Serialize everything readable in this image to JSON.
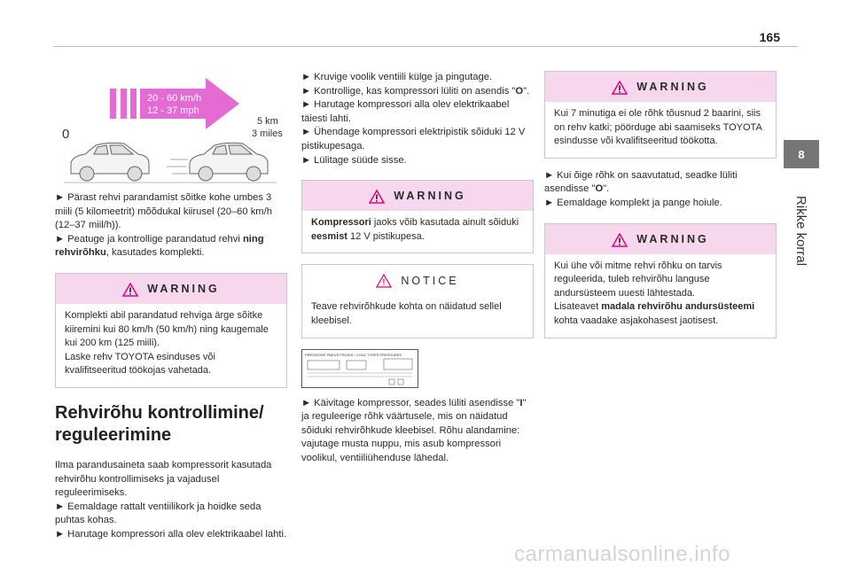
{
  "page": {
    "number": "165"
  },
  "side_tab": {
    "number": "8",
    "label": "Rikke korral"
  },
  "figure1": {
    "speed_kmh": "20 - 60 km/h",
    "speed_mph": "12 - 37 mph",
    "start_label": "0",
    "distance_km": "5 km",
    "distance_miles": "3 miles",
    "colors": {
      "arrow": "#e46ad4",
      "bar": "#e46ad4"
    }
  },
  "col1": {
    "para1_a": "► Pärast rehvi parandamist sõitke kohe umbes 3 miili (5 kilomeetrit) mõõdukal kiirusel (20–60 km/h (12–37 miil/h)).",
    "para1_b_pre": "► Peatuge ja kontrollige parandatud rehvi ",
    "para1_b_bold": "ning rehvirõhku",
    "para1_b_post": ", kasutades komplekti.",
    "warning1": {
      "title": "WARNING",
      "text": "Komplekti abil parandatud rehviga ärge sõitke kiiremini kui 80 km/h (50 km/h) ning kaugemale kui 200 km (125 miili).\nLaske rehv TOYOTA esinduses või kvalifitseeritud töökojas vahetada."
    },
    "heading": "Rehvirõhu kontrollimine/ reguleerimine",
    "para2": "Ilma parandusaineta saab kompressorit kasutada rehvirõhu kontrollimiseks ja vajadusel reguleerimiseks.",
    "para3": "► Eemaldage rattalt ventiilikork ja hoidke seda puhtas kohas.",
    "para4": "► Harutage kompressori alla olev elektrikaabel lahti."
  },
  "col2": {
    "para1": "► Kruvige voolik ventiili külge ja pingutage.",
    "para2_pre": "► Kontrollige, kas kompressori lüliti on asendis \"",
    "para2_bold": "O",
    "para2_post": "\".",
    "para3": "► Harutage kompressori alla olev elektrikaabel täiesti lahti.",
    "para4": "► Ühendage kompressori elektripistik sõiduki 12 V pistikupesaga.",
    "para5": "► Lülitage süüde sisse.",
    "warning2": {
      "title": "WARNING",
      "bold1": "Kompressori",
      "mid": " jaoks võib kasutada ainult sõiduki ",
      "bold2": "eesmist",
      "post": " 12 V pistikupesa."
    },
    "notice": {
      "title": "NOTICE",
      "text": "Teave rehvirõhkude kohta on näidatud sellel kleebisel."
    },
    "sticker": {
      "header": "PRESSIONS PNEUS FROIDS / COLD TYRES PRESSURES"
    },
    "para6_pre": "► Käivitage kompressor, seades lüliti asendisse \"",
    "para6_bold": "I",
    "para6_post": "\" ja reguleerige rõhk väärtusele, mis on näidatud sõiduki rehvirõhkude kleebisel. Rõhu alandamine: vajutage musta nuppu, mis asub kompressori voolikul, ventiiliühenduse lähedal."
  },
  "col3": {
    "warning3": {
      "title": "WARNING",
      "text": "Kui 7 minutiga ei ole rõhk tõusnud 2 baarini, siis on rehv katki; pöörduge abi saamiseks TOYOTA esindusse või kvalifitseeritud töökotta."
    },
    "para1_pre": "► Kui õige rõhk on saavutatud, seadke lüliti asendisse \"",
    "para1_bold": "O",
    "para1_post": "\".",
    "para2": "► Eemaldage komplekt ja pange hoiule.",
    "warning4": {
      "title": "WARNING",
      "text_pre": "Kui ühe või mitme rehvi rõhku on tarvis reguleerida, tuleb rehvirõhu languse andursüsteem uuesti lähtestada.\nLisateavet ",
      "bold": "madala rehvirõhu andursüsteemi",
      "text_post": " kohta vaadake asjakohasest jaotisest."
    }
  },
  "watermark": "carmanualsonline.info"
}
